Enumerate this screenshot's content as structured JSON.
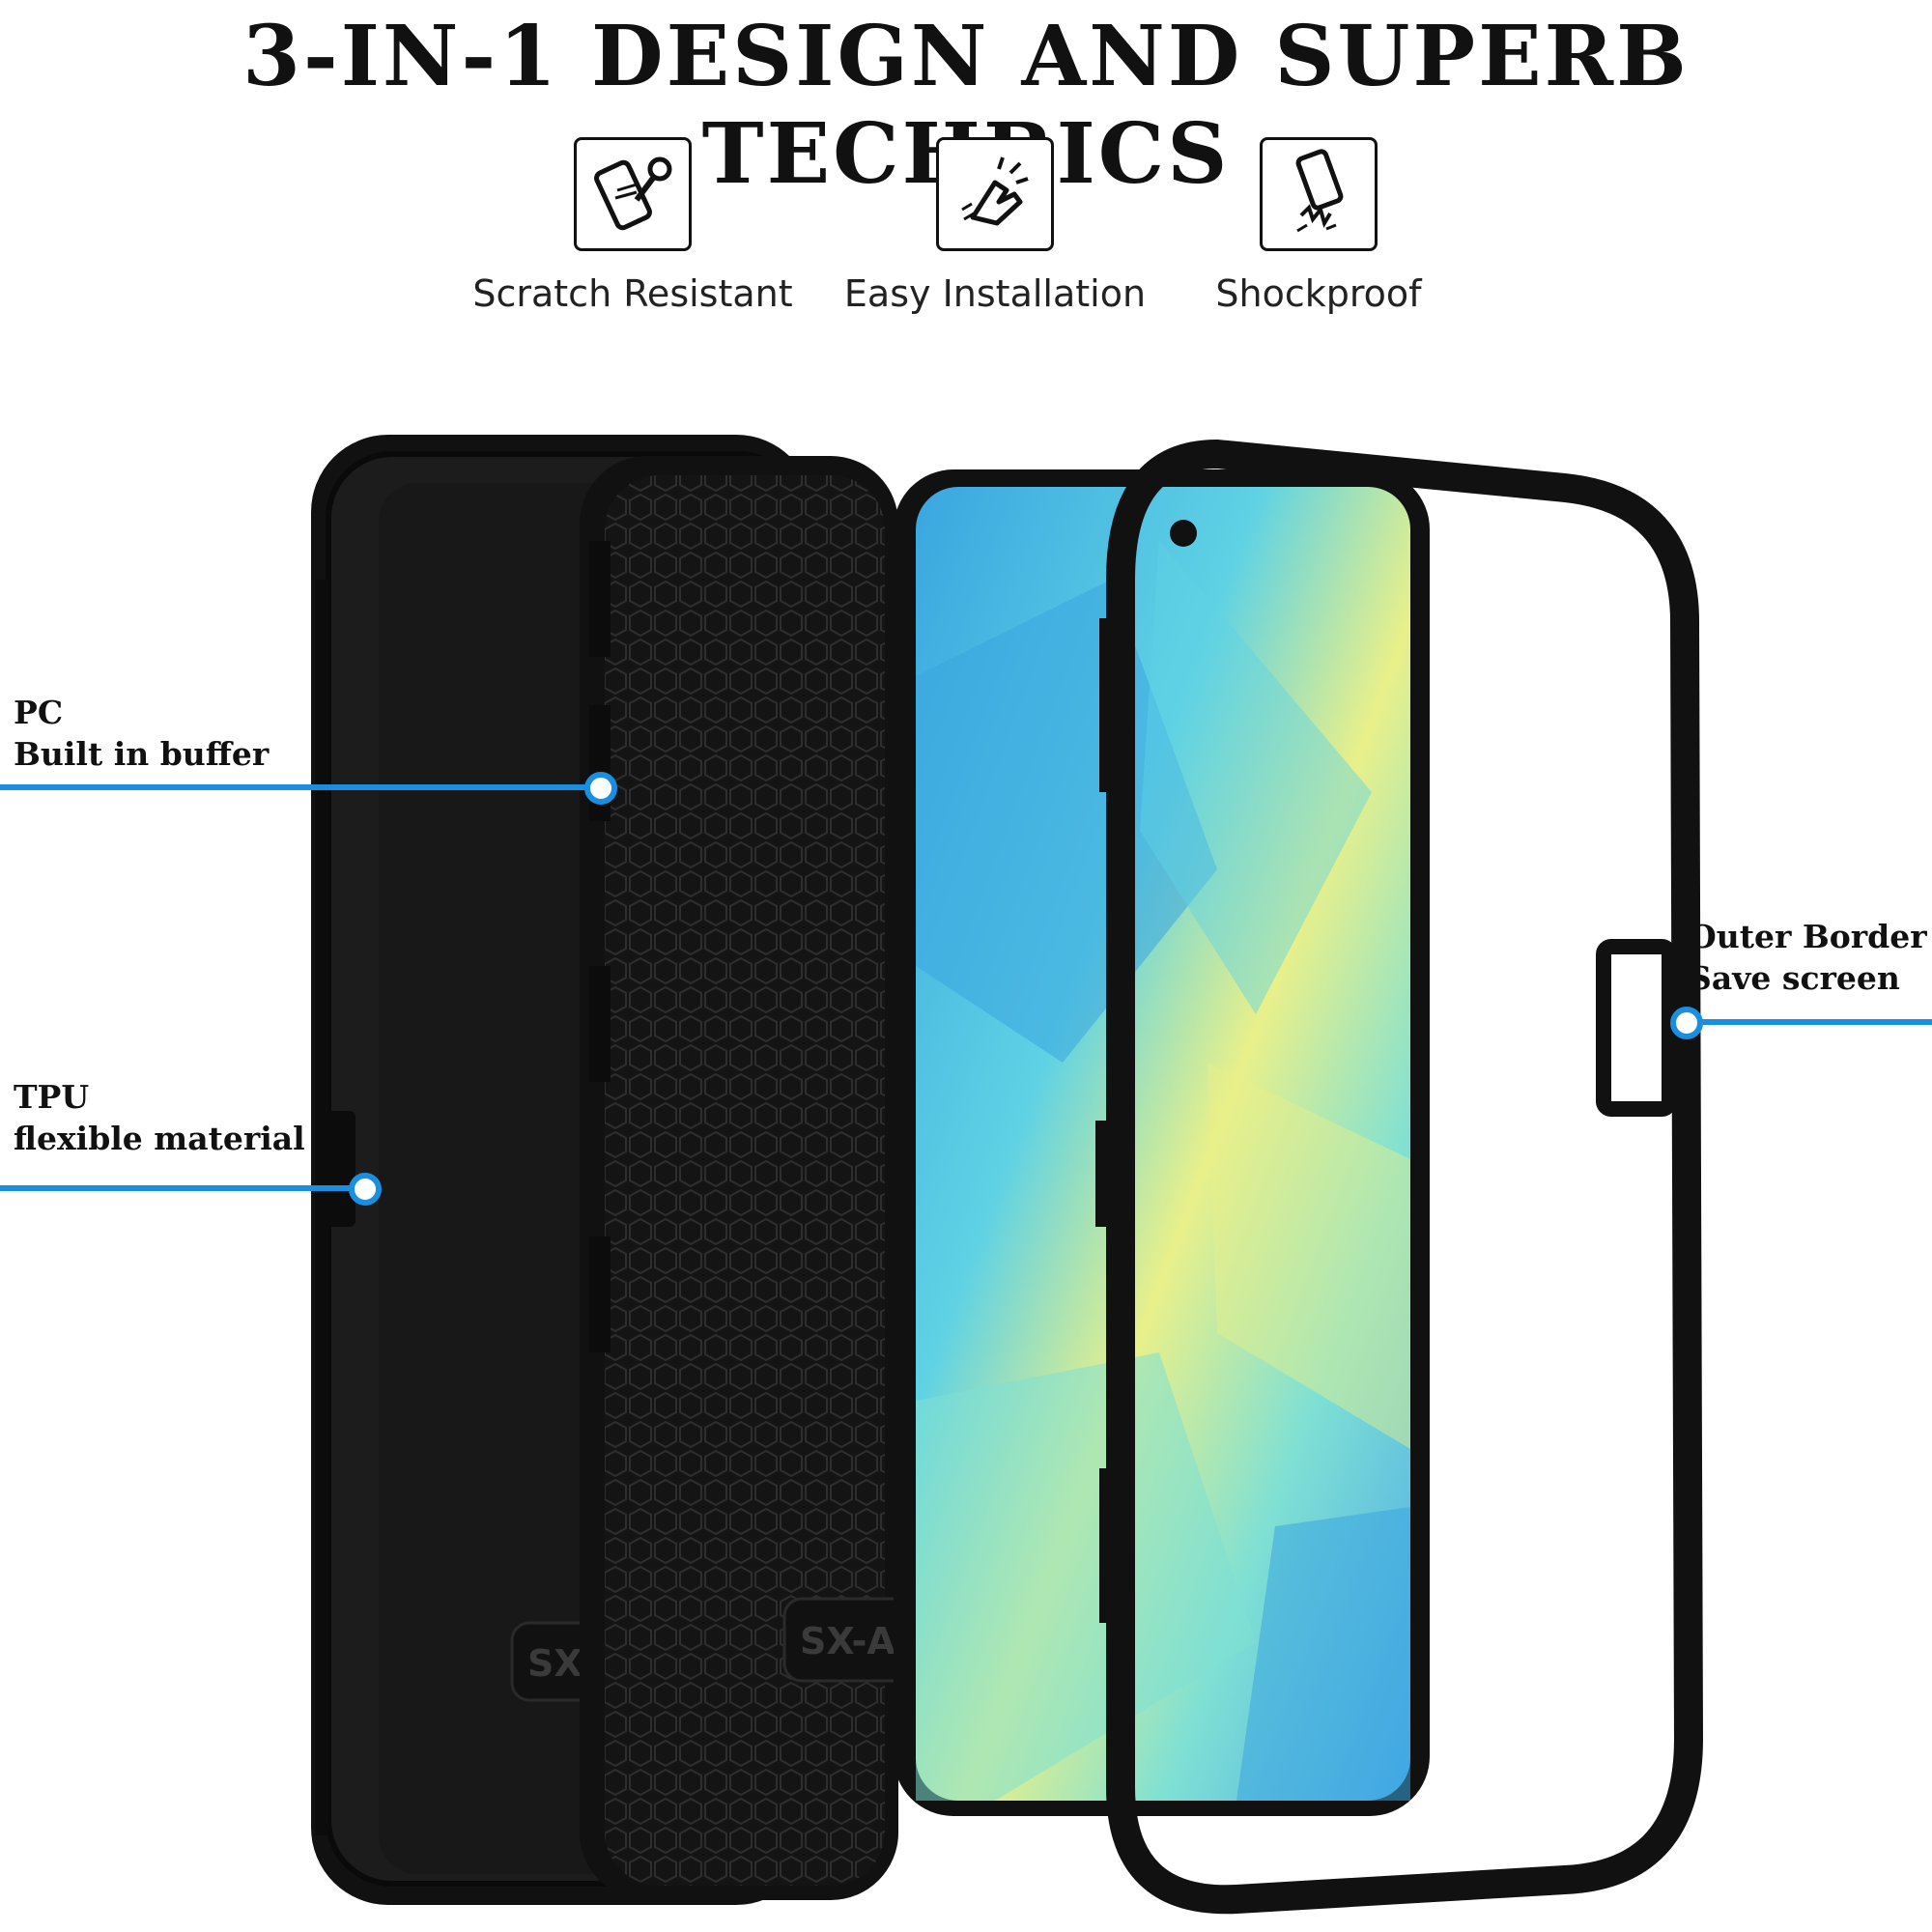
{
  "headline": "3-IN-1 DESIGN AND SUPERB TECHBICS",
  "features": [
    {
      "icon": "scratch-resistant-icon",
      "label": "Scratch Resistant"
    },
    {
      "icon": "easy-installation-icon",
      "label": "Easy Installation"
    },
    {
      "icon": "shockproof-icon",
      "label": "Shockproof"
    }
  ],
  "callouts": {
    "pc": {
      "line1": "PC",
      "line2": "Built in buffer"
    },
    "tpu": {
      "line1": "TPU",
      "line2": "flexible material"
    },
    "outer": {
      "line1": "Outer Border",
      "line2": "Save screen"
    }
  },
  "product": {
    "emboss_text": "SX-A"
  },
  "colors": {
    "accent": "#1a8fe0",
    "case": "#111111",
    "screen_teal": "#7fe0d4",
    "screen_blue": "#3aa6e0",
    "screen_yellow": "#e9f08a"
  }
}
